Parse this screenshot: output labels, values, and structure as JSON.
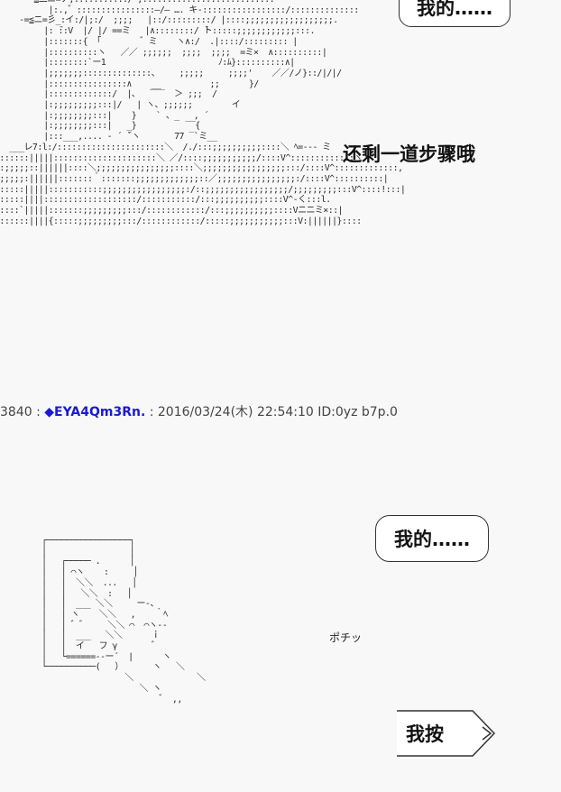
{
  "top_bubble": {
    "text": "我的……"
  },
  "narration": {
    "text": "还剩一道步骤哦"
  },
  "post_header": {
    "number": "3840",
    "separator": " : ",
    "trip": "◆EYA4Qm3Rn.",
    "rest": " : 2016/03/24(木) 22:54:10 ID:0yz b7p.0"
  },
  "mid_bubble": {
    "text": "我的……"
  },
  "sfx": {
    "text": "ポチッ"
  },
  "bottom_bubble": {
    "text": "我按"
  },
  "art": {
    "top": "       -≦二ニ=ナ;:::::::::::/ ,:::::::::::::::::::::::::.:\n           |:.,゛::::::::::::::::―/― …. キ-:::::::::::::::::/::::::::::::::\n     -=≦ニ=彡_:イ:/|;:/  ;;;;   |::/:::::::::/ |::::;;;;;;;;;;;;;;;;;;.\n          |: ̄::V  |/ |/ ==ミ   |∧::::::::/ ̄ト:::::;;;;;;;;;;;;:::.\n          |:::::::{ 「        ゛ミ    ヽ∧:/  .|::::/::::::::: |\n          |::::::::::ヽ   ／／ ;;;;;;  ;;;;  ;;;;  =ミ×  ∧::::::::::|\n          |::::::::`ー1                       ﾉ:ﾑ}::::::::::∧|\n          |;;;;;;;::::::::::::::、    ;;;;;     ;;;;'    ／／/ノ}::/|/|/\n          |::::::::::::::::∧    __          ;;      }/\n          |:::::::::::::/  |、  ‾‾‾  ＞ ;;;  /\n          |:;;;;;;;;;:::|/   | ヽ、;;;;;;        イ\n          |:;;;;;;;;:::|    }    ` 、_   , ´\n          |:;;;;;;;;:::|   _}          ‾‾{\n          |:::___,.... ‐ ´ ̄`ヽ       77 ‾`ミ__\n   ___レ7:l:/::::::::::::::::::::::＼  /./:::;;;;;;;;;;::::＼ ﾍ=--- ミ\n/::::::|||||:::::::::::::::::::::＼ ／/::::;;;;;;;;;;;/::::V^:::::::::::::ヽ\n::;;;;;::||||||::::＼;;;;;;;;;;;;;;;;::::＼;;;;;;;;;;;;;;;;;:::/::::V^:::::::::::::,\n:;;;;;:||||||:::::::｀:::::::;;;;;;;;;;;;;::／;;;;;;;;;;;;;;;;:/::::V^::::::::::|\n::::::|||||:::::::::::;;;;;;;;;;;;;;;;;:/::;;;;;;;;;;;;;;;;;/;;;;;;;;;:::V^::::!:::|\n::::::||||:::::::::::::::::::/:::::::::::/:::;;;;;;;;;;::::V^‐く:::l.\n:::::`|||||:::::::;;;;;;;;;:::/::::::::::::/:::;;;;;;;;;;::::Vニニミ×::|\n:::::::||||{:::::;;;;;;;;;:::/::::::::::::/:::::;;;;;;;;;;;:::V:||||||}::::",
    "bottom": "┌─────────────────┐\n│                 │\n│   ┌───── .      │\n│   │ ⌒ヽ    :     │\n│   │  ＼＼  ...   │\n│   │   ＼＼  :   │\n│   │  ___ ＼＼     ー-、\n│   │ ヽ    ＼＼   ,    ｀ﾍ\n│   │ ゛゛    ＼＼ ⌒  ⌒ヽ-‐\n│   │  ___   ＼＼      ｉ\n│   │  イ   フ γ       ゛\n│   └======--ー´  |      ヽ\n└──────────(   ）      ヽ   ＼\n                 ＼             ＼\n                    ＼ ヽ\n                        ゛ ,,"
  }
}
